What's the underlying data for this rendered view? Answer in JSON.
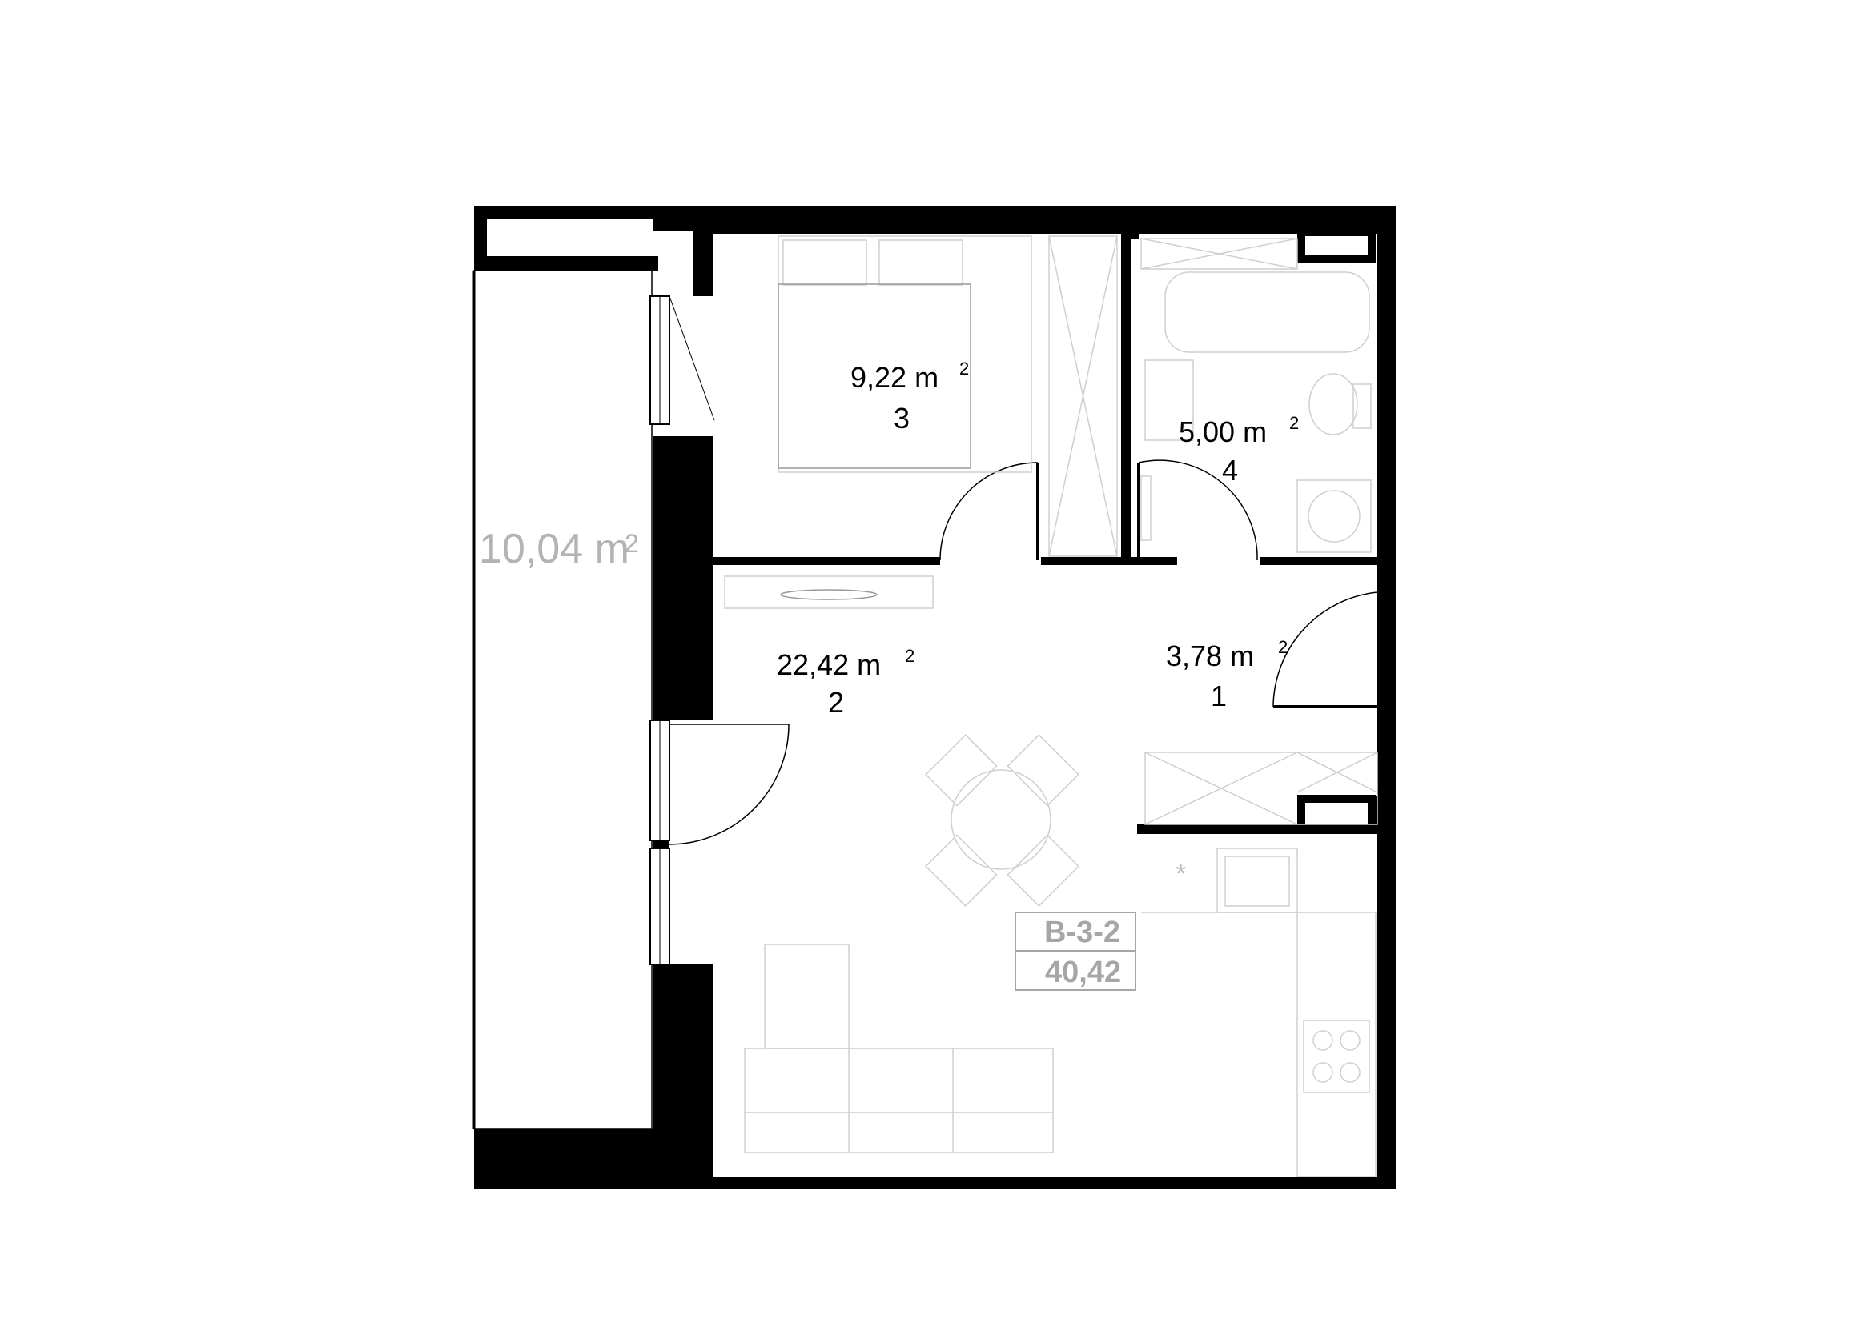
{
  "apartment": {
    "code": "B-3-2",
    "total_area": "40,42"
  },
  "balcony": {
    "area": "10,04 m",
    "sup": "2"
  },
  "rooms": [
    {
      "number": "3",
      "area": "9,22  m",
      "sup": "2"
    },
    {
      "number": "4",
      "area": "5,00  m",
      "sup": "2"
    },
    {
      "number": "2",
      "area": "22,42  m",
      "sup": "2"
    },
    {
      "number": "1",
      "area": "3,78  m",
      "sup": "2"
    }
  ],
  "colors": {
    "wall": "#000000",
    "furniture_line": "#cfcfcf",
    "label_grey": "#a6a6a6"
  }
}
